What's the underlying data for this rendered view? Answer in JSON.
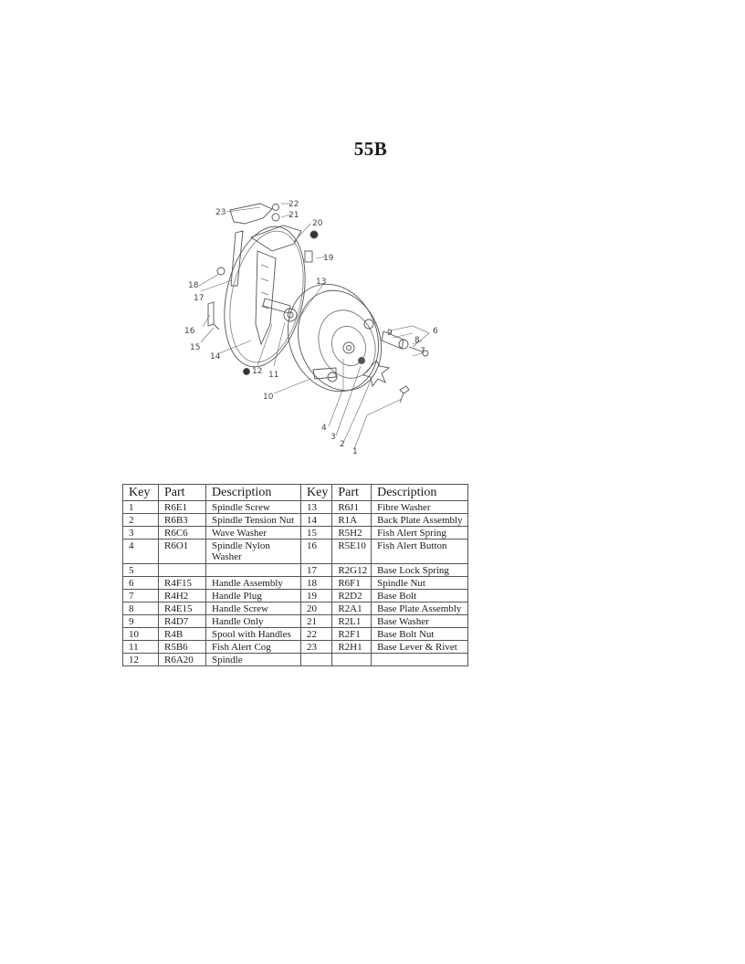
{
  "page": {
    "title": "55B"
  },
  "diagram": {
    "callouts": [
      "1",
      "2",
      "3",
      "4",
      "6",
      "7",
      "8",
      "9",
      "10",
      "11",
      "12",
      "13",
      "14",
      "15",
      "16",
      "17",
      "18",
      "19",
      "20",
      "21",
      "22",
      "23"
    ]
  },
  "table": {
    "headers": [
      "Key",
      "Part",
      "Description",
      "Key",
      "Part",
      "Description"
    ],
    "rows": [
      {
        "key1": "1",
        "part1": "R6E1",
        "desc1": "Spindle Screw",
        "key2": "13",
        "part2": "R6J1",
        "desc2": "Fibre Washer"
      },
      {
        "key1": "2",
        "part1": "R6B3",
        "desc1": "Spindle Tension Nut",
        "key2": "14",
        "part2": "R1A",
        "desc2": "Back Plate Assembly"
      },
      {
        "key1": "3",
        "part1": "R6C6",
        "desc1": "Wave Washer",
        "key2": "15",
        "part2": "R5H2",
        "desc2": "Fish Alert Spring"
      },
      {
        "key1": "4",
        "part1": "R6O1",
        "desc1": "Spindle Nylon Washer",
        "key2": "16",
        "part2": "R5E10",
        "desc2": "Fish Alert Button"
      },
      {
        "key1": "5",
        "part1": "",
        "desc1": "",
        "key2": "17",
        "part2": "R2G12",
        "desc2": "Base Lock Spring"
      },
      {
        "key1": "6",
        "part1": "R4F15",
        "desc1": "Handle Assembly",
        "key2": "18",
        "part2": "R6F1",
        "desc2": "Spindle Nut"
      },
      {
        "key1": "7",
        "part1": "R4H2",
        "desc1": "Handle Plug",
        "key2": "19",
        "part2": "R2D2",
        "desc2": "Base Bolt"
      },
      {
        "key1": "8",
        "part1": "R4E15",
        "desc1": "Handle Screw",
        "key2": "20",
        "part2": "R2A1",
        "desc2": "Base Plate Assembly"
      },
      {
        "key1": "9",
        "part1": "R4D7",
        "desc1": "Handle Only",
        "key2": "21",
        "part2": "R2L1",
        "desc2": "Base Washer"
      },
      {
        "key1": "10",
        "part1": "R4B",
        "desc1": "Spool with Handles",
        "key2": "22",
        "part2": "R2F1",
        "desc2": "Base Bolt Nut"
      },
      {
        "key1": "11",
        "part1": "R5B6",
        "desc1": "Fish Alert Cog",
        "key2": "23",
        "part2": "R2H1",
        "desc2": "Base Lever & Rivet"
      },
      {
        "key1": "12",
        "part1": "R6A20",
        "desc1": "Spindle",
        "key2": "",
        "part2": "",
        "desc2": ""
      }
    ]
  }
}
